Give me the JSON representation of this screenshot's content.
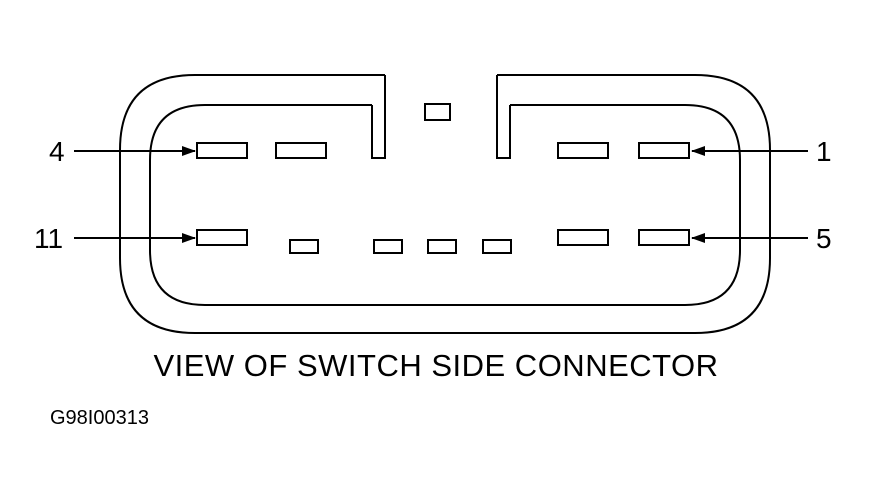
{
  "diagram": {
    "caption": "VIEW OF SWITCH SIDE CONNECTOR",
    "figure_id": "G98I00313",
    "pin_labels": {
      "top_left": "4",
      "top_right": "1",
      "bottom_left": "11",
      "bottom_right": "5"
    },
    "line_color": "#000000",
    "background_color": "#ffffff"
  }
}
